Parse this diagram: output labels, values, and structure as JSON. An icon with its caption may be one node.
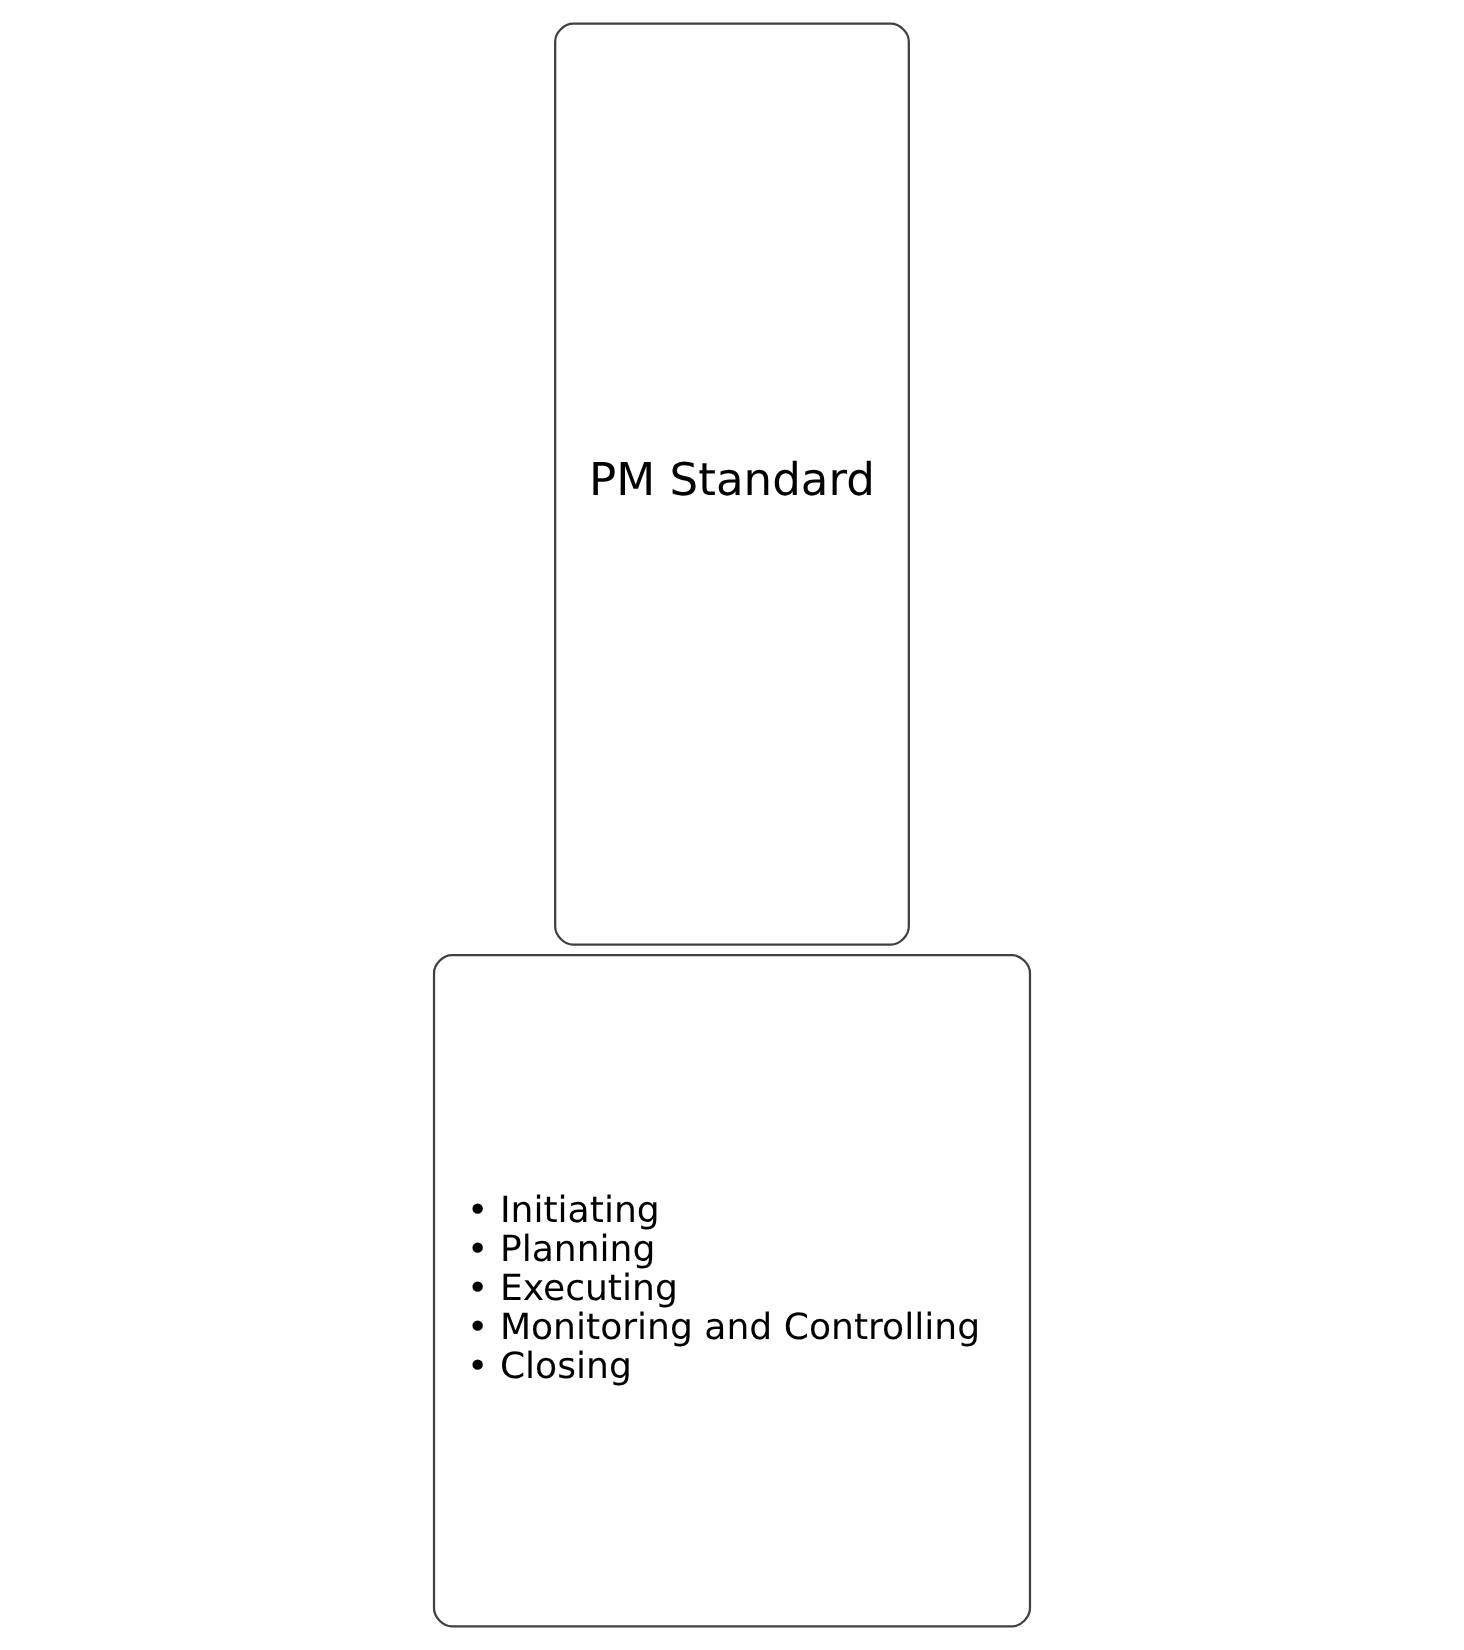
{
  "diagram": {
    "nodes": [
      {
        "text": [
          "PM Standard"
        ]
      },
      {
        "text": [
          "• Initiating",
          "• Planning",
          "• Executing",
          "• Monitoring and Controlling",
          "• Closing"
        ]
      }
    ]
  }
}
